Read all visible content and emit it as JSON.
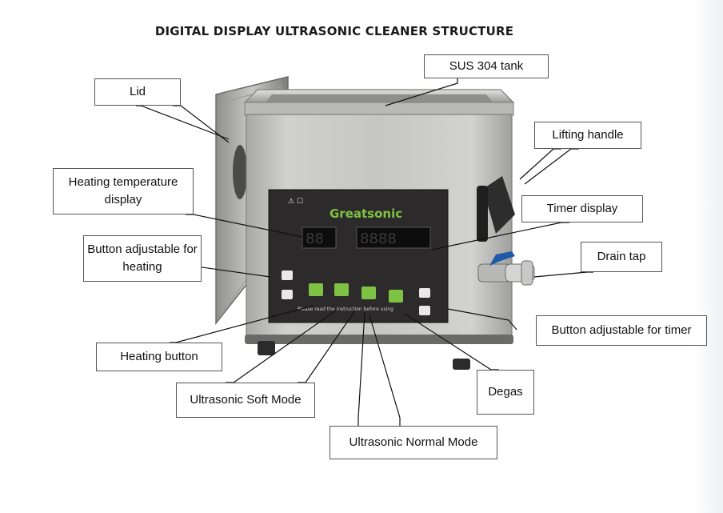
{
  "title": "DIGITAL DISPLAY ULTRASONIC CLEANER STRUCTURE",
  "device": {
    "brand": "Greatsonic",
    "temp_readout": "88",
    "timer_readout": "8888",
    "notice": "Please read the instruction before using",
    "accent_color": "#7dc242",
    "panel_color": "#2c2a2b",
    "steel_color": "#c4c4c2"
  },
  "labels": {
    "sus_tank": "SUS 304 tank",
    "lid": "Lid",
    "lifting_handle": "Lifting handle",
    "heating_temp_display": "Heating temperature display",
    "timer_display": "Timer display",
    "drain_tap": "Drain tap",
    "button_heating": "Button adjustable for heating",
    "button_timer": "Button adjustable for timer",
    "heating_button": "Heating button",
    "ultrasonic_soft": "Ultrasonic Soft Mode",
    "degas": "Degas",
    "ultrasonic_normal": "Ultrasonic Normal Mode"
  }
}
